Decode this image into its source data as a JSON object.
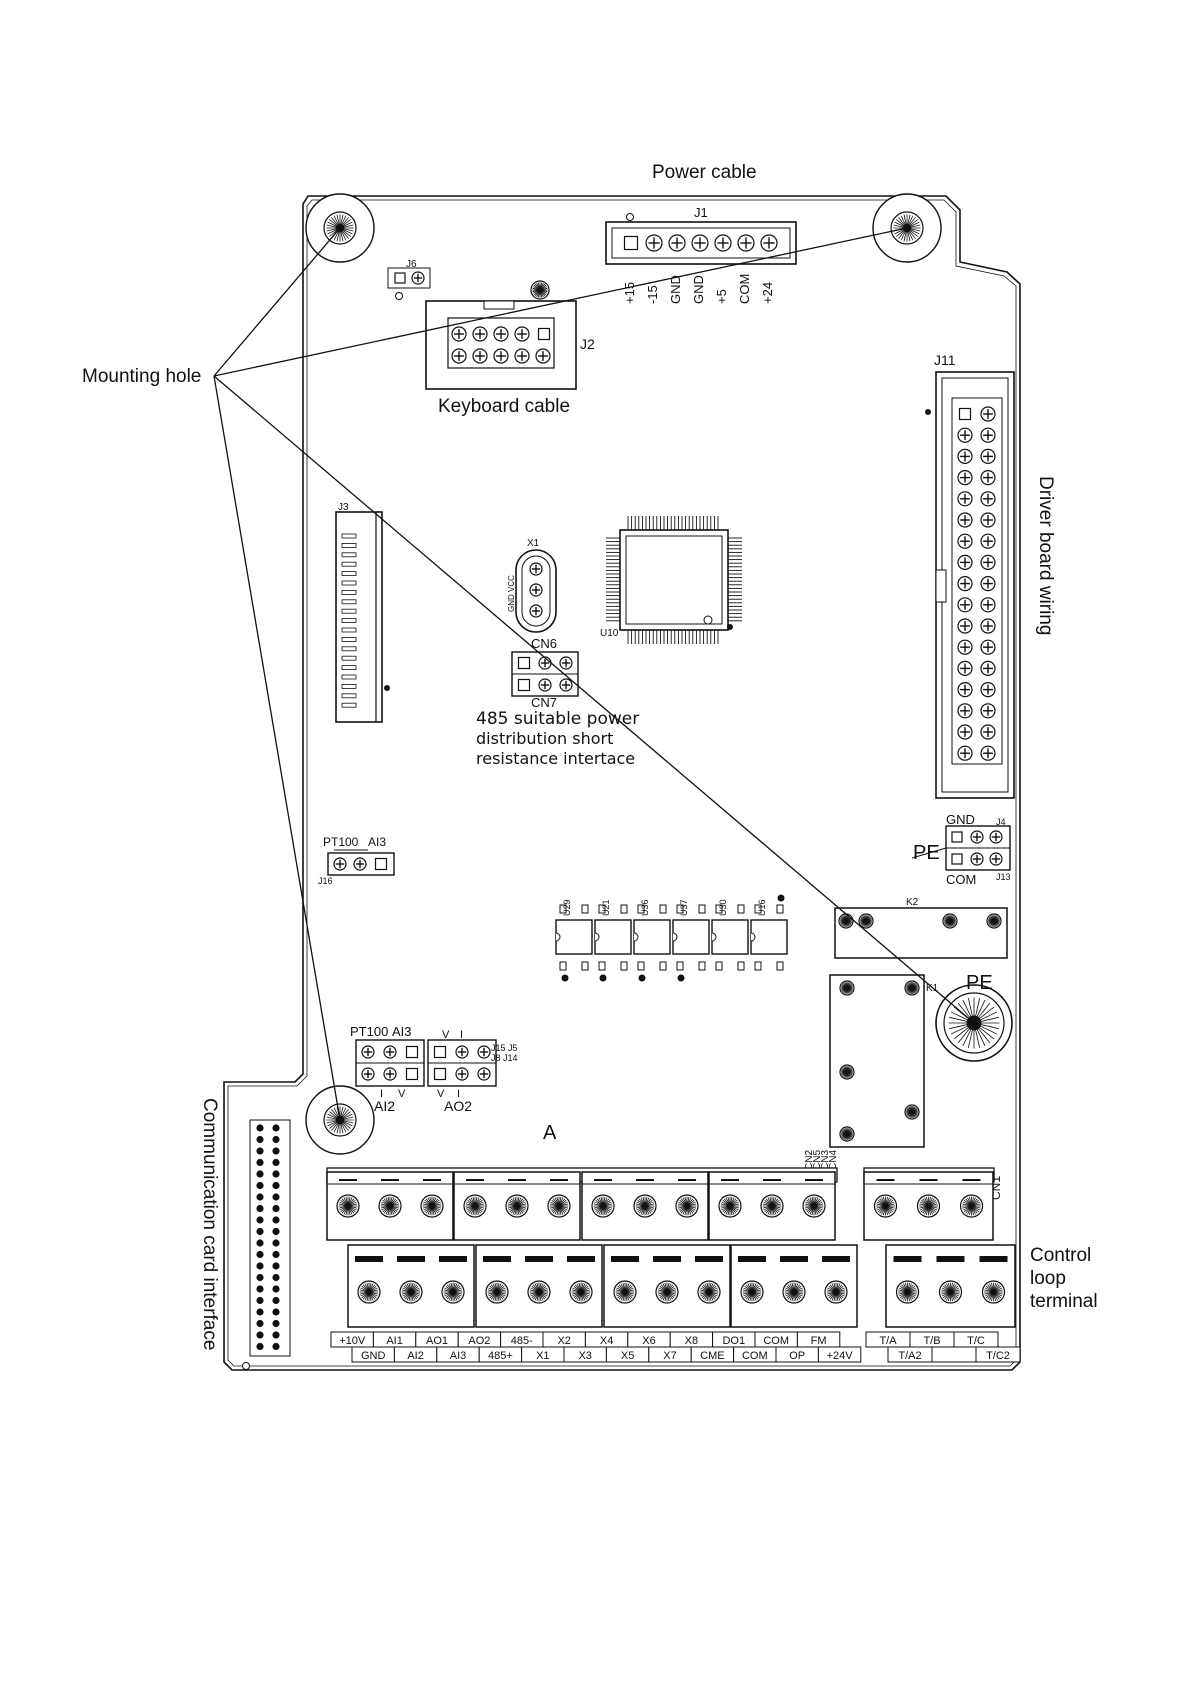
{
  "labels": {
    "power_cable": "Power cable",
    "mounting_hole": "Mounting hole",
    "keyboard_cable": "Keyboard cable",
    "driver_board_wiring": "Driver board wiring",
    "rs485_note": [
      "485 suitable power",
      "distribution short",
      "resistance intertace"
    ],
    "communication_card_interface": "Communication card interface",
    "control_loop_terminal": [
      "Control",
      "loop",
      "terminal"
    ],
    "pe_top": "PE",
    "pe_bottom": "PE",
    "area_a": "A"
  },
  "components": {
    "j1": "J1",
    "j2": "J2",
    "j3": "J3",
    "j6": "J6",
    "j11": "J11",
    "x1": "X1",
    "u10": "U10",
    "cn6": "CN6",
    "cn7": "CN7",
    "gnd_vcc": "GND VCC",
    "j4": "J4",
    "j13": "J13",
    "j4_gnd": "GND",
    "j13_com": "COM",
    "k1": "K1",
    "k2": "K2",
    "j16": "J16",
    "pt100_top": "PT100",
    "ai3_top": "AI3",
    "pt100_bot": "PT100",
    "ai3_bot": "AI3",
    "ai2": "AI2",
    "ao2": "AO2",
    "v_label": "V",
    "i_label": "I",
    "j15_j5": "J15 J5",
    "j8_j14": "J8 J14",
    "cn1": "CN1",
    "cn2_5": [
      "CN2",
      "CN5",
      "CN3",
      "CN4"
    ],
    "optos": [
      "U29",
      "U21",
      "U36",
      "U37",
      "U30",
      "U16"
    ]
  },
  "j1_pins": [
    "+15",
    "-15",
    "GND",
    "GND",
    "+5",
    "COM",
    "+24"
  ],
  "terminals": {
    "top_row": [
      "+10V",
      "AI1",
      "AO1",
      "AO2",
      "485-",
      "X2",
      "X4",
      "X6",
      "X8",
      "DO1",
      "COM",
      "FM"
    ],
    "bottom_row": [
      "GND",
      "AI2",
      "AI3",
      "485+",
      "X1",
      "X3",
      "X5",
      "X7",
      "CME",
      "COM",
      "OP",
      "+24V"
    ],
    "relay_top": [
      "T/A",
      "T/B",
      "T/C"
    ],
    "relay_bottom": [
      "T/A2",
      "",
      "T/C2"
    ]
  }
}
